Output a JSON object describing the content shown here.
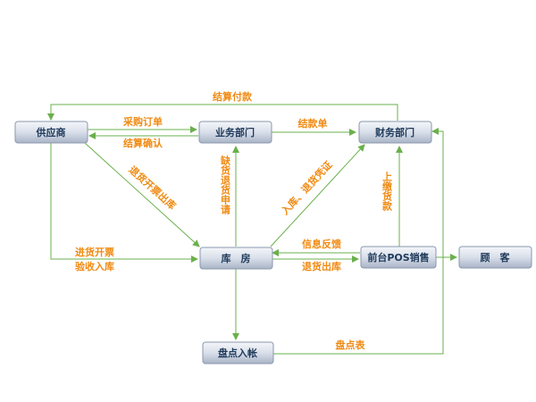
{
  "nodes": {
    "supplier": "供应商",
    "business": "业务部门",
    "finance": "财务部门",
    "warehouse": "库　房",
    "pos": "前台POS销售",
    "customer": "顾　客",
    "inventory": "盘点入帐"
  },
  "edges": {
    "settlement_payment": "结算付款",
    "purchase_order": "采购订单",
    "settlement_confirm": "结算确认",
    "settlement_bill": "结款单",
    "return_invoice": "退货开票出库",
    "shortage_return_request": "缺货退货申请",
    "inbound_return_voucher": "入库、退货凭证",
    "remit_payment": "上缴货款",
    "info_feedback": "信息反馈",
    "return_outbound": "退货出库",
    "purchase_invoice_line1": "进货开票",
    "purchase_invoice_line2": "验收入库",
    "inventory_sheet": "盘点表"
  },
  "colors": {
    "arrow": "#6ab04c",
    "edge_text": "#f08a12",
    "node_text": "#1f3a5a",
    "node_border": "#8a97ad"
  }
}
